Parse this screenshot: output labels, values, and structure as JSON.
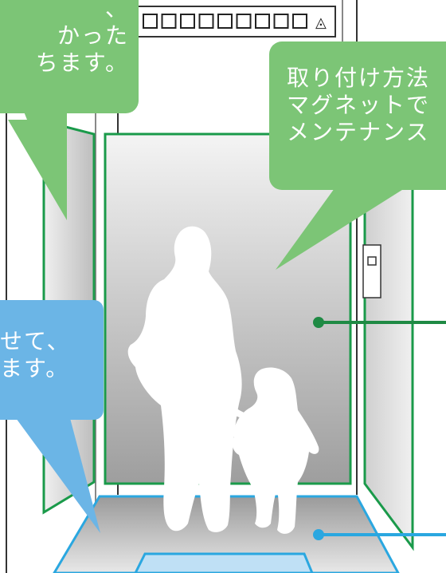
{
  "floor_indicator": {
    "up_arrow": "▽",
    "down_arrow": "◬",
    "cells": 9
  },
  "callouts": {
    "green_top_left": {
      "lines": [
        "、",
        "かった",
        "ちます。"
      ]
    },
    "green_top_right": {
      "lines": [
        "取り付け方法",
        "マグネットで",
        "メンテナンス"
      ]
    },
    "blue_left": {
      "lines": [
        "せて、",
        "ます。"
      ]
    }
  },
  "colors": {
    "green_callout": "#7cc576",
    "green_frame": "#1a9a4a",
    "blue_callout": "#6bb5e6",
    "blue_frame": "#2aa7e0",
    "dark_green_pointer": "#1f8a44"
  }
}
